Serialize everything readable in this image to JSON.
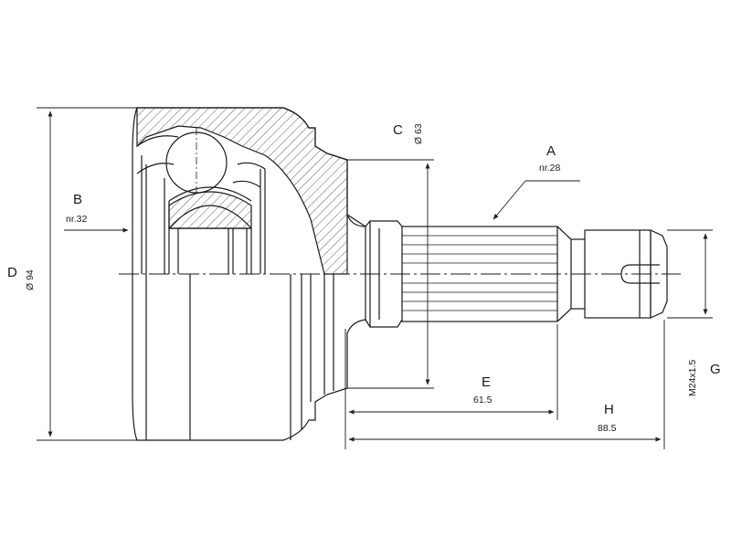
{
  "labels": {
    "A": {
      "letter": "A",
      "note": "nr.28"
    },
    "B": {
      "letter": "B",
      "note": "nr.32"
    },
    "C": {
      "letter": "C",
      "note": "Ø 63"
    },
    "D": {
      "letter": "D",
      "note": "Ø 94"
    },
    "E": {
      "letter": "E",
      "note": "61.5"
    },
    "G": {
      "letter": "G",
      "note": "M24x1.5"
    },
    "H": {
      "letter": "H",
      "note": "88.5"
    }
  }
}
